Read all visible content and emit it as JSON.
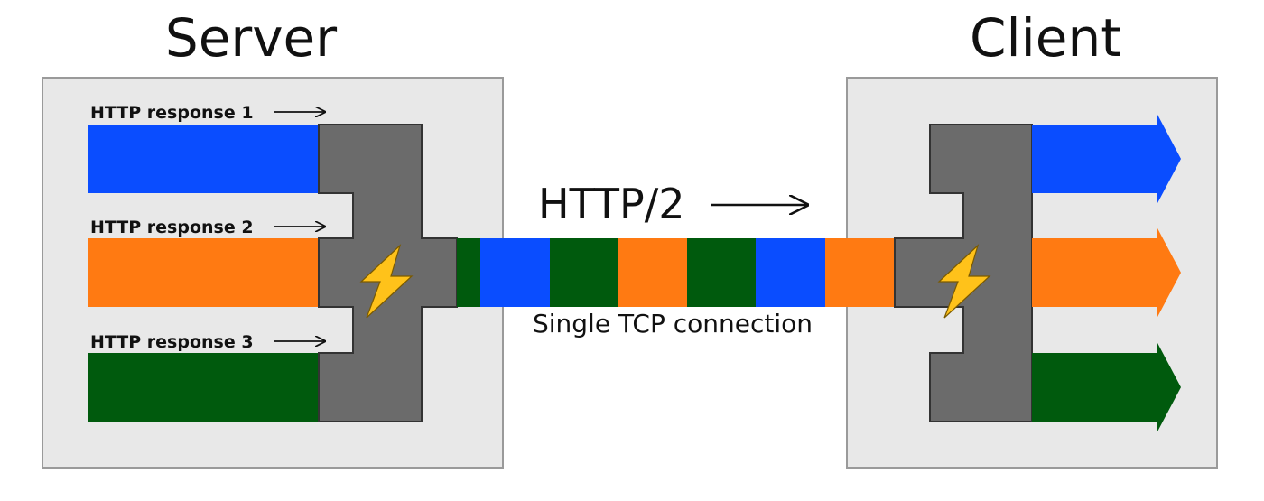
{
  "server": {
    "title": "Server",
    "responses": [
      {
        "label": "HTTP response 1"
      },
      {
        "label": "HTTP response 2"
      },
      {
        "label": "HTTP response 3"
      }
    ]
  },
  "client": {
    "title": "Client"
  },
  "connection": {
    "protocol": "HTTP/2",
    "caption": "Single TCP connection"
  },
  "icons": {
    "multiplexer": "lightning-bolt-icon",
    "arrow": "arrow-right-icon"
  },
  "colors": {
    "stream1": "#0a4dff",
    "stream2": "#ff7a12",
    "stream3": "#005a0d",
    "mux_body": "#6b6b6b",
    "bolt": "#ffc21a",
    "panel": "#e8e8e8"
  }
}
